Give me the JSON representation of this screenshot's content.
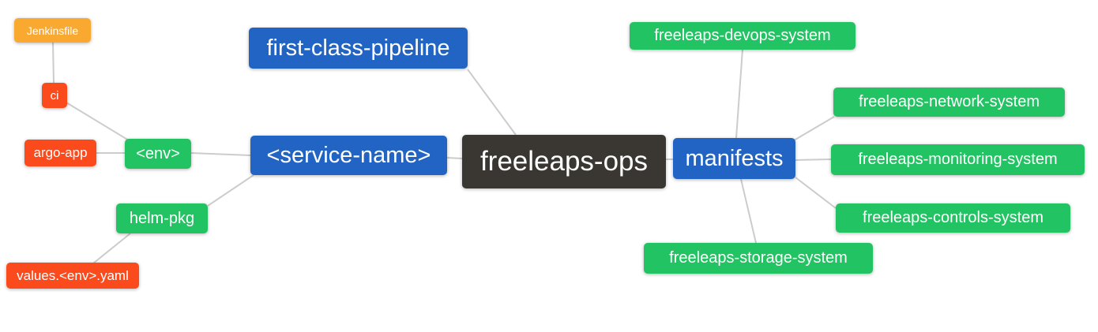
{
  "diagram": {
    "type": "mindmap",
    "root": "freeleaps-ops",
    "palette": {
      "blue": "#2264C4",
      "green": "#22C362",
      "red": "#FB4A1C",
      "orange": "#F9A830",
      "dark": "#3A3733",
      "edge_line": "#CCCCCC",
      "node_text": "#FFFFFF",
      "background": "#FFFFFF"
    },
    "nodes": {
      "freeleaps_ops": {
        "label": "freeleaps-ops",
        "color": "dark"
      },
      "first_class_pipeline": {
        "label": "first-class-pipeline",
        "color": "blue"
      },
      "service_name": {
        "label": "<service-name>",
        "color": "blue"
      },
      "manifests": {
        "label": "manifests",
        "color": "blue"
      },
      "env": {
        "label": "<env>",
        "color": "green"
      },
      "helm_pkg": {
        "label": "helm-pkg",
        "color": "green"
      },
      "ci": {
        "label": "ci",
        "color": "red"
      },
      "argo_app": {
        "label": "argo-app",
        "color": "red"
      },
      "jenkinsfile": {
        "label": "Jenkinsfile",
        "color": "orange"
      },
      "values_env_yaml": {
        "label": "values.<env>.yaml",
        "color": "red"
      },
      "devops_system": {
        "label": "freeleaps-devops-system",
        "color": "green"
      },
      "network_system": {
        "label": "freeleaps-network-system",
        "color": "green"
      },
      "monitoring_system": {
        "label": "freeleaps-monitoring-system",
        "color": "green"
      },
      "controls_system": {
        "label": "freeleaps-controls-system",
        "color": "green"
      },
      "storage_system": {
        "label": "freeleaps-storage-system",
        "color": "green"
      }
    },
    "edges": [
      {
        "from": "jenkinsfile",
        "to": "ci"
      },
      {
        "from": "ci",
        "to": "env"
      },
      {
        "from": "argo_app",
        "to": "env"
      },
      {
        "from": "env",
        "to": "service_name"
      },
      {
        "from": "service_name",
        "to": "helm_pkg"
      },
      {
        "from": "helm_pkg",
        "to": "values_env_yaml"
      },
      {
        "from": "first_class_pipeline",
        "to": "freeleaps_ops"
      },
      {
        "from": "service_name",
        "to": "freeleaps_ops"
      },
      {
        "from": "freeleaps_ops",
        "to": "manifests"
      },
      {
        "from": "manifests",
        "to": "devops_system"
      },
      {
        "from": "manifests",
        "to": "network_system"
      },
      {
        "from": "manifests",
        "to": "monitoring_system"
      },
      {
        "from": "manifests",
        "to": "controls_system"
      },
      {
        "from": "manifests",
        "to": "storage_system"
      }
    ]
  }
}
